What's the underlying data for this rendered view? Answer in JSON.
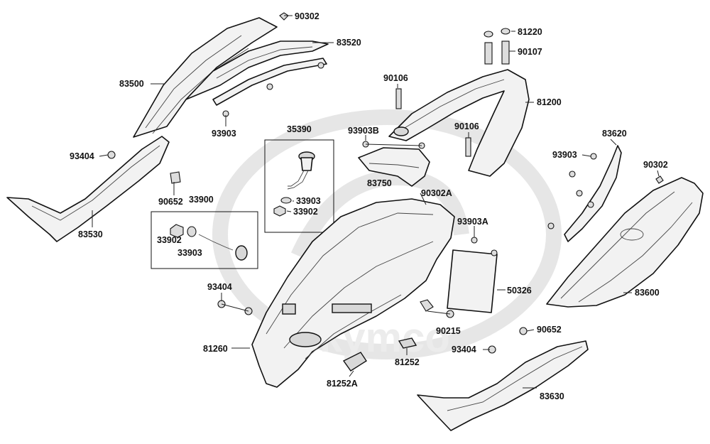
{
  "watermark": {
    "brand": "kymco"
  },
  "labels": {
    "p90302_top": "90302",
    "p83520": "83520",
    "p83500": "83500",
    "p93903_left": "93903",
    "p93404_left": "93404",
    "p83530": "83530",
    "p90652_left": "90652",
    "p33900": "33900",
    "p33902_left": "33902",
    "p33903_left": "33903",
    "p35390": "35390",
    "p33903_box": "33903",
    "p33902_box": "33902",
    "p81220": "81220",
    "p90107": "90107",
    "p90106_a": "90106",
    "p93903B": "93903B",
    "p83750": "83750",
    "p81200": "81200",
    "p90106_b": "90106",
    "p83620": "83620",
    "p93903_right": "93903",
    "p90302_right": "90302",
    "p90302A": "90302A",
    "p93903A": "93903A",
    "p50326": "50326",
    "p83600": "83600",
    "p93404_mid": "93404",
    "p81260": "81260",
    "p90215": "90215",
    "p90652_right": "90652",
    "p93404_right": "93404",
    "p81252": "81252",
    "p81252A": "81252A",
    "p83630": "83630"
  }
}
